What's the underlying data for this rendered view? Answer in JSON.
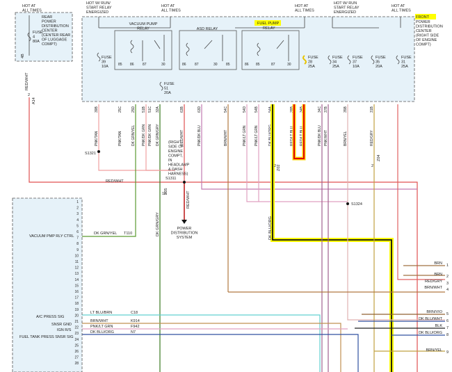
{
  "top_labels": {
    "hot_all_1": "HOT AT\nALL TIMES",
    "hot_run_1": "HOT W/ RUN/\nSTART RELAY\nENERGIZED",
    "hot_all_2": "HOT AT\nALL TIMES",
    "hot_all_3": "HOT AT\nALL TIMES",
    "hot_run_2": "HOT W/ RUN\nSTART RELAY\nENERGIZED",
    "hot_all_4": "HOT AT\nALL TIMES"
  },
  "rear_pdc": {
    "title": "REAR\nPOWER\nDISTRIBUTION\nCENTER\n(CENTER REAR\nOF LUGGAGE\nCOMPT)",
    "fuse": "FUSE\n4\n80A",
    "wire_label": "RED/WHT",
    "pin": "2",
    "circuit": "A14",
    "pin2": "4B"
  },
  "front_pdc": {
    "title_line1": "FRONT",
    "title_rest": "POWER\nDISTRIBUTION\nCENTER\n(RIGHT SIDE\nOF ENGINE\nCOMPT)"
  },
  "relays": {
    "vacuum": "VACUUM PUMP\nRELAY",
    "asd": "ASD RELAY",
    "fuel_line1": "FUEL PUMP",
    "fuel_line2": "RELAY"
  },
  "fuses": [
    {
      "label": "FUSE\n39\n10A"
    },
    {
      "label": "FUSE\n51\n20A"
    },
    {
      "label": "FUSE\n28\n25A"
    },
    {
      "label": "FUSE\n34\n25A"
    },
    {
      "label": "FUSE\n37\n10A"
    },
    {
      "label": "FUSE\n35\n20A"
    },
    {
      "label": "FUSE\n31\n25A"
    }
  ],
  "relay_pins": {
    "vacuum": [
      "85",
      "86",
      "87",
      "30"
    ],
    "asd": [
      "86",
      "87",
      "30",
      "85"
    ],
    "fuel": [
      "86",
      "85",
      "87",
      "30"
    ]
  },
  "connector_pins": [
    "39B",
    "25C",
    "25D",
    "51B",
    "51C",
    "32A",
    "63B",
    "63D",
    "54C",
    "54D",
    "54B",
    "54A",
    "28B",
    "34B",
    "34C",
    "37B",
    "35B",
    "31B"
  ],
  "wire_colors": [
    "PNK/TAN",
    "PNK/TAN",
    "DK GRN/YEL",
    "PNK/DK GRN",
    "PNK/DK GRN",
    "DK GRN/GRY",
    "RED/WHT",
    "PNK/DK BLU",
    "BRN/WHT",
    "PNK/LT GRN",
    "PNK/LT GRN",
    "DK BLU/ORG",
    "RED/LT BLU",
    "RED/LT BLU",
    "PNK/DK BLU",
    "PNK/WHT",
    "BRN/YEL",
    "RED/GRY"
  ],
  "splices": {
    "s1321": "S1321",
    "s1311": "S1311",
    "s1324": "S1324"
  },
  "notes": {
    "right_side": "(RIGHT\nSIDE OF\nENGINE\nCOMPT,\nIN\nHEADLAMP\n& DASH\nHARNESS)",
    "pd_system": "POWER\nDISTRIBUTION\nSYSTEM",
    "red_wht": "RED/WHT",
    "red_wht_v": "RED/WHT",
    "dk_blu_org_v": "DK BLU/ORG",
    "dk_grn_gry_v": "DK GRN/GRY",
    "pin12": "12",
    "c_z02": "Z02",
    "c_z04": "Z04",
    "c_z05": "Z05",
    "pin2a": "2",
    "pin2b": "2"
  },
  "ecm": {
    "pins": [
      "1",
      "2",
      "3",
      "4",
      "5",
      "6",
      "7",
      "8",
      "9",
      "10",
      "11",
      "12",
      "13",
      "14",
      "15",
      "16",
      "17",
      "18",
      "19",
      "20",
      "21",
      "22",
      "23",
      "24",
      "25",
      "26",
      "27",
      "28"
    ],
    "vac_label": "VACUUM PMP RLY CTRL",
    "vac_wire": "DK GRN/YEL",
    "vac_circuit": "T110",
    "ac_label": "A/C PRESS SIG",
    "ac_wire": "LT BLU/BRN",
    "ac_circuit": "C18",
    "snsr_gnd": "SNSR GND",
    "snsr_wire": "BRN/WHT",
    "snsr_circuit": "K914",
    "ign_rs": "IGN R/S",
    "ign_wire": "PNK/LT GRN",
    "ign_circuit": "F942",
    "ftp_label": "FUEL TANK PRESS SNSR SIG",
    "ftp_wire": "DK BLU/ORG",
    "ftp_circuit": "N7"
  },
  "right_connector": {
    "rows": [
      {
        "wire": "BRN",
        "pin": "1"
      },
      {
        "wire": "BRN",
        "pin": "2"
      },
      {
        "wire": "RED/GRY",
        "pin": "3"
      },
      {
        "wire": "BRN/WHT",
        "pin": "4"
      },
      {
        "wire": "BRN/VIO",
        "pin": "5"
      },
      {
        "wire": "DK BLU/WHT",
        "pin": "6"
      },
      {
        "wire": "BLK",
        "pin": "7"
      },
      {
        "wire": "DK BLU/ORG",
        "pin": "8"
      },
      {
        "wire": "BRN/YEL",
        "pin": "9"
      }
    ]
  }
}
